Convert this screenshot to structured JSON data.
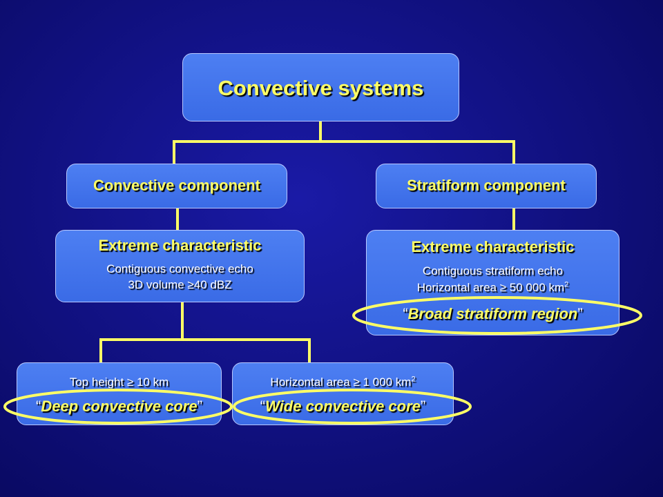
{
  "root": {
    "title": "Convective systems"
  },
  "convective": {
    "label": "Convective component",
    "extreme_title": "Extreme characteristic",
    "line1": "Contiguous convective echo",
    "line2_pre": "3D volume ",
    "line2_sym": "≥",
    "line2_post": "40 dBZ"
  },
  "stratiform": {
    "label": "Stratiform component",
    "extreme_title": "Extreme characteristic",
    "line1": "Contiguous stratiform echo",
    "line2_pre": "Horizontal area ",
    "line2_sym": "≥",
    "line2_post": " 50 000 km",
    "line2_sup": "2",
    "quote_open": "“",
    "quote_text": "Broad stratiform region",
    "quote_close": "”"
  },
  "deep": {
    "line_pre": "Top height ",
    "line_sym": "≥",
    "line_post": " 10 km",
    "quote_open": "“",
    "quote_text": "Deep convective core",
    "quote_close": "”"
  },
  "wide": {
    "line_pre": "Horizontal area  ",
    "line_sym": "≥",
    "line_post": " 1 000 km",
    "line_sup": "2",
    "quote_open": "“",
    "quote_text": "Wide convective core",
    "quote_close": "”"
  },
  "colors": {
    "accent": "#ffff66",
    "box": "#4677ee",
    "background": "#10107e"
  }
}
